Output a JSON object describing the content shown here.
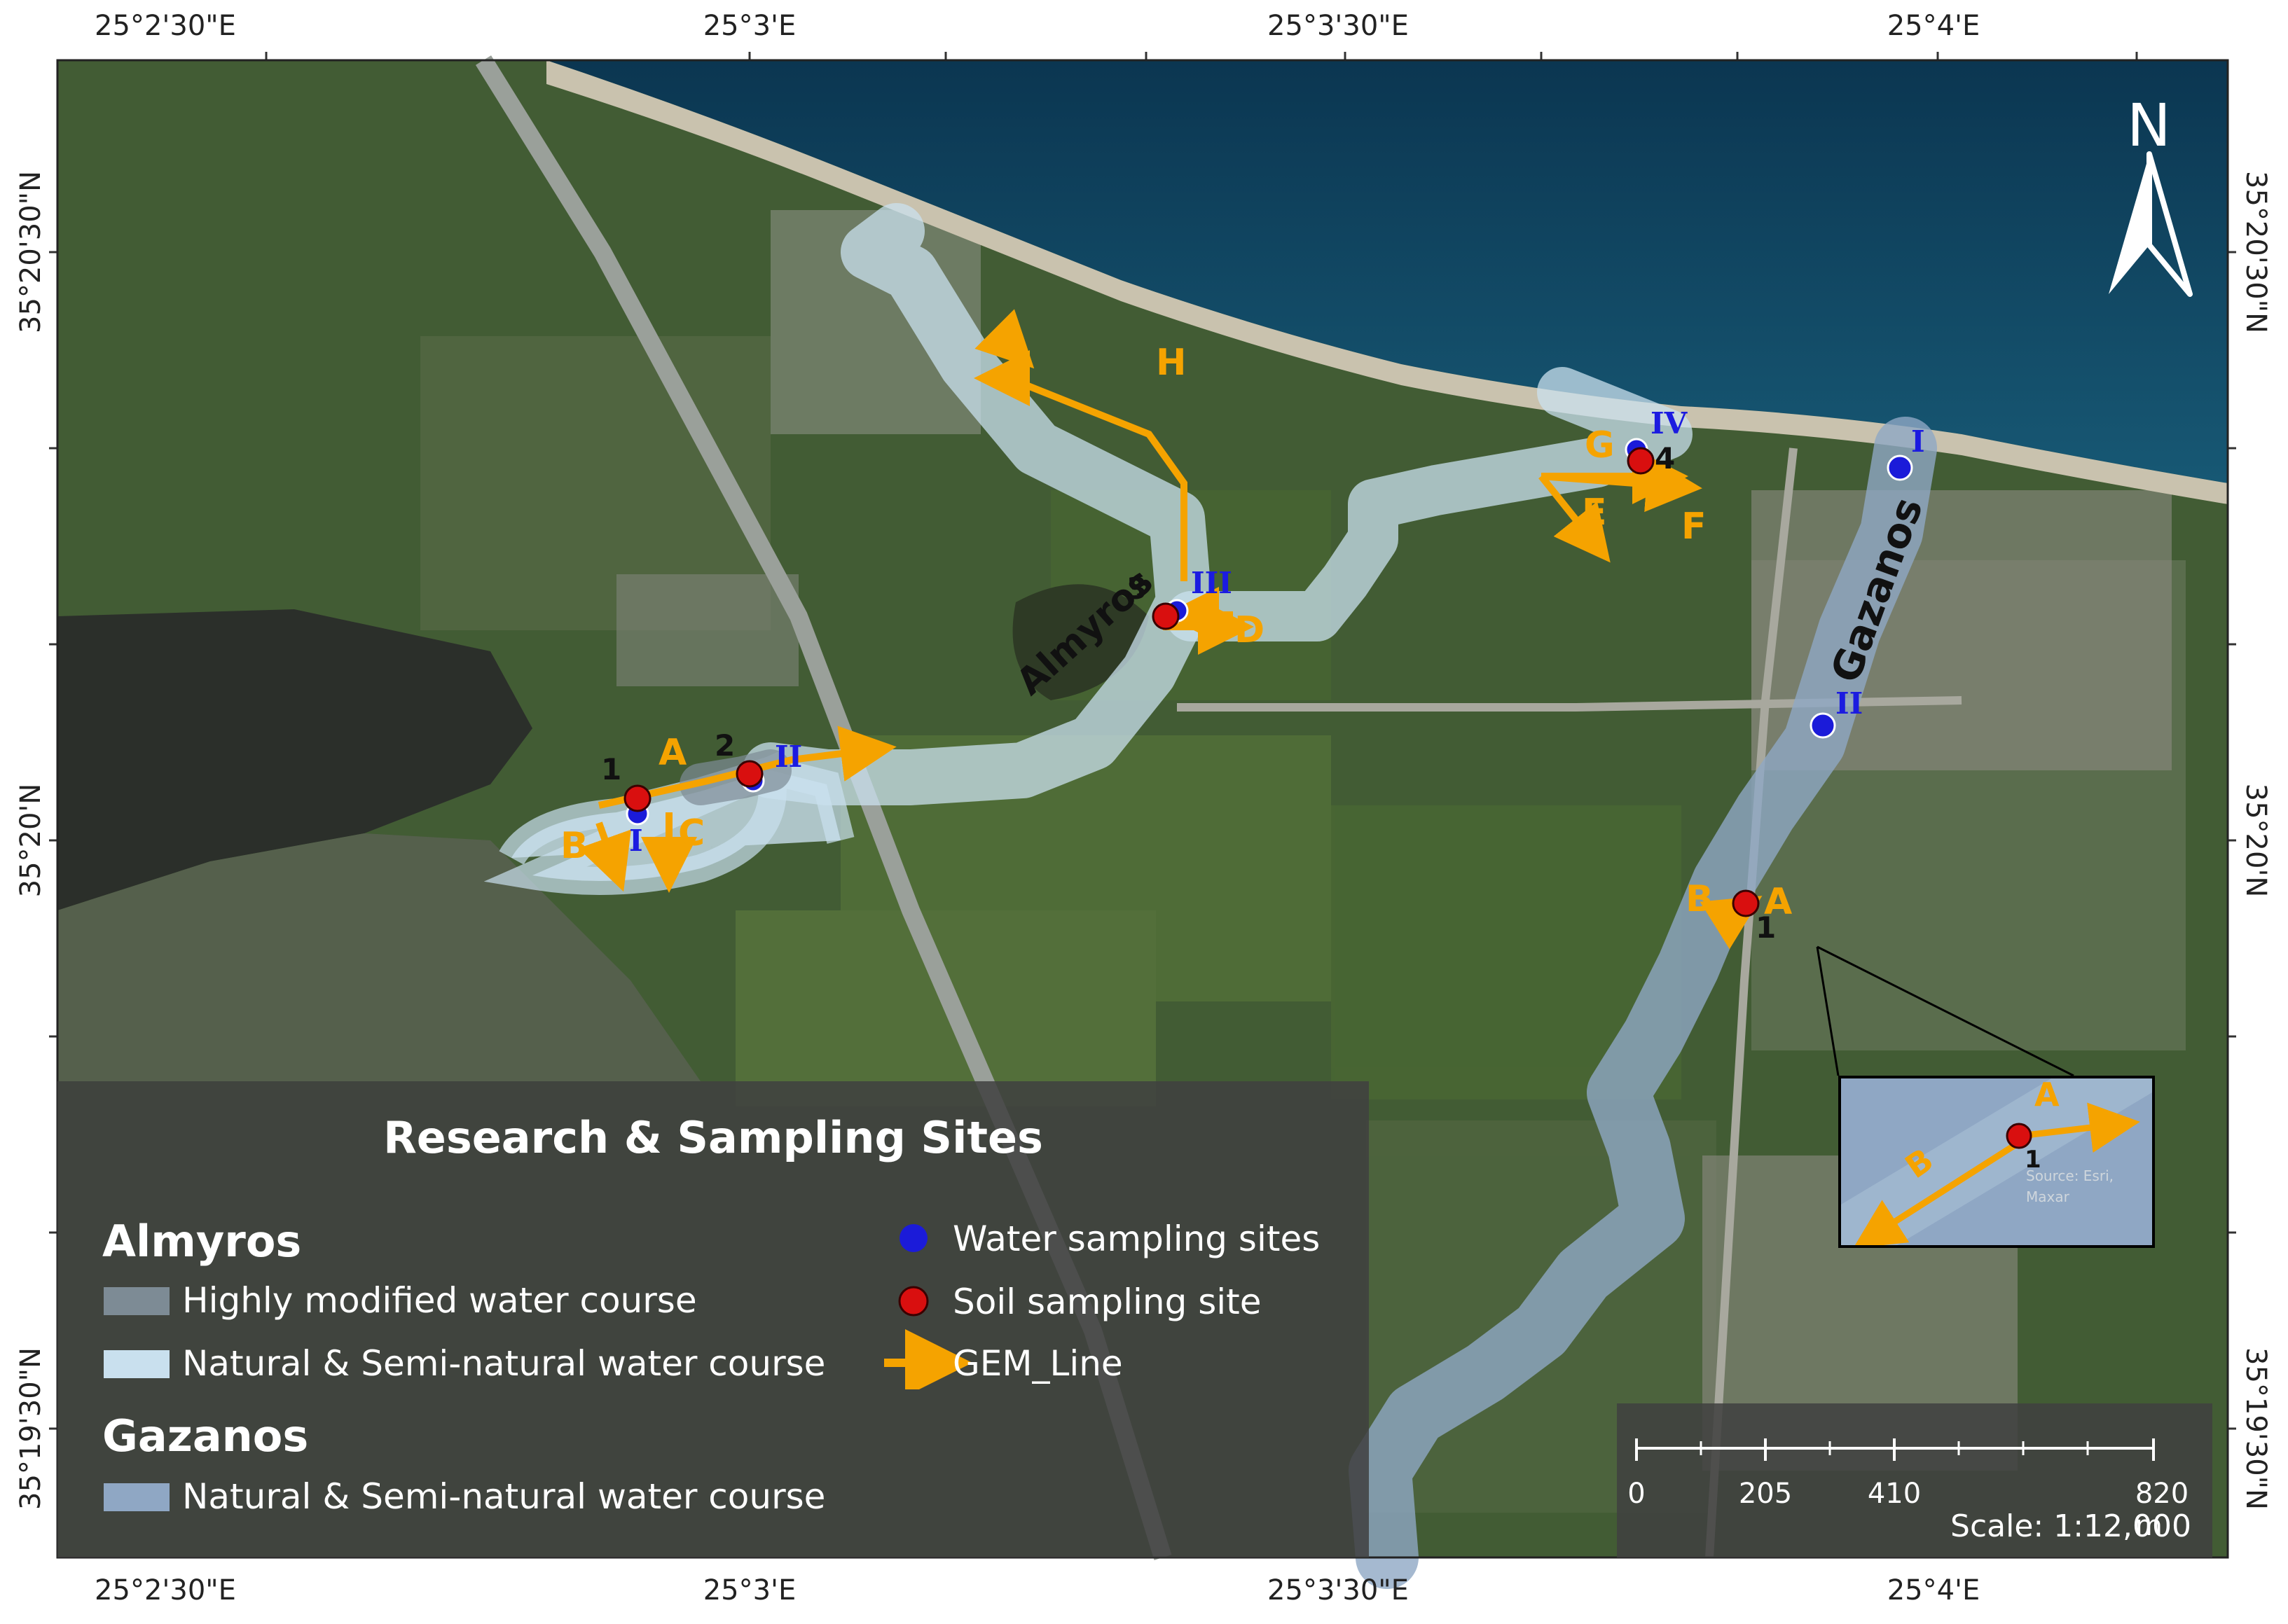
{
  "map": {
    "north_label": "N",
    "x_ticks": [
      "25°2'30\"E",
      "25°3'E",
      "25°3'30\"E",
      "25°4'E"
    ],
    "y_ticks": [
      "35°20'30\"N",
      "35°20'N",
      "35°19'30\"N"
    ],
    "water_labels": {
      "almyros": "Almyros",
      "gazanos": "Gazanos"
    },
    "colors": {
      "sea": "#0e3f5c",
      "land": "#3f5a32",
      "hm_course": "#7d8b95",
      "nat_course": "#c9e0ee",
      "gazanos_course": "#8fa7c4",
      "water_site": "#1b1bd9",
      "soil_site": "#d90f0f",
      "gem_line": "#f5a300",
      "gem_text": "#f5a300",
      "site_text_blue": "#1b1be0"
    },
    "gem_labels": [
      "A",
      "B",
      "C",
      "D",
      "E",
      "F",
      "G",
      "H"
    ],
    "soil_site_numbers": [
      "1",
      "2",
      "3",
      "4"
    ],
    "water_site_numerals": [
      "I",
      "II",
      "III",
      "IV"
    ]
  },
  "legend": {
    "title": "Research & Sampling Sites",
    "almyros_heading": "Almyros",
    "gazanos_heading": "Gazanos",
    "highly_modified": "Highly modified water course",
    "natural_almyros": "Natural & Semi-natural water course",
    "natural_gazanos": "Natural & Semi-natural water course",
    "water_sites": "Water sampling sites",
    "soil_site": "Soil sampling site",
    "gem_line": "GEM_Line"
  },
  "scalebar": {
    "labels": [
      "0",
      "205",
      "410",
      "820 m"
    ],
    "scale_text": "Scale: 1:12,000"
  },
  "inset": {
    "labels": [
      "A",
      "B",
      "1"
    ],
    "attribution": "Source: Esri, Maxar"
  }
}
